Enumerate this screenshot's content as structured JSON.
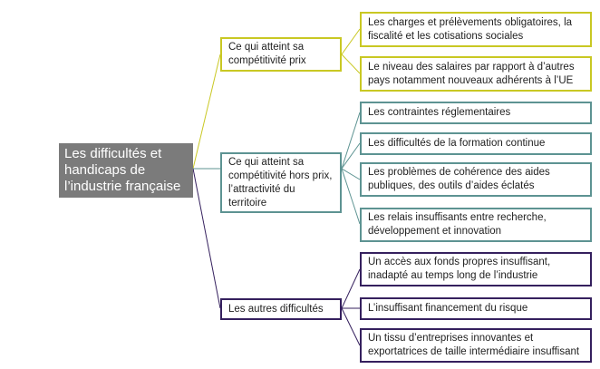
{
  "root": {
    "label": "Les difficultés et handicaps de l’industrie française"
  },
  "colors": {
    "root": "#7b7b7b",
    "prix": "#c9c823",
    "hors_prix": "#5d9392",
    "autres": "#35205e"
  },
  "branches": [
    {
      "label": "Ce qui atteint sa compétitivité prix",
      "items": [
        "Les charges et prélèvements obligatoires, la fiscalité et les cotisations sociales",
        "Le niveau des salaires par rapport à d’autres pays notamment nouveaux adhérents à l’UE"
      ]
    },
    {
      "label": "Ce qui atteint sa compétitivité hors prix, l’attractivité du territoire",
      "items": [
        "Les contraintes réglementaires",
        "Les difficultés de la formation continue",
        "Les problèmes de cohérence des aides publiques, des outils d’aides éclatés",
        "Les relais insuffisants entre recherche, développement et innovation"
      ]
    },
    {
      "label": "Les autres difficultés",
      "items": [
        "Un accès aux fonds propres insuffisant, inadapté au temps long de l’industrie",
        "L’insuffisant financement du risque",
        "Un tissu d’entreprises innovantes et exportatrices de taille intermédiaire insuffisant"
      ]
    }
  ]
}
